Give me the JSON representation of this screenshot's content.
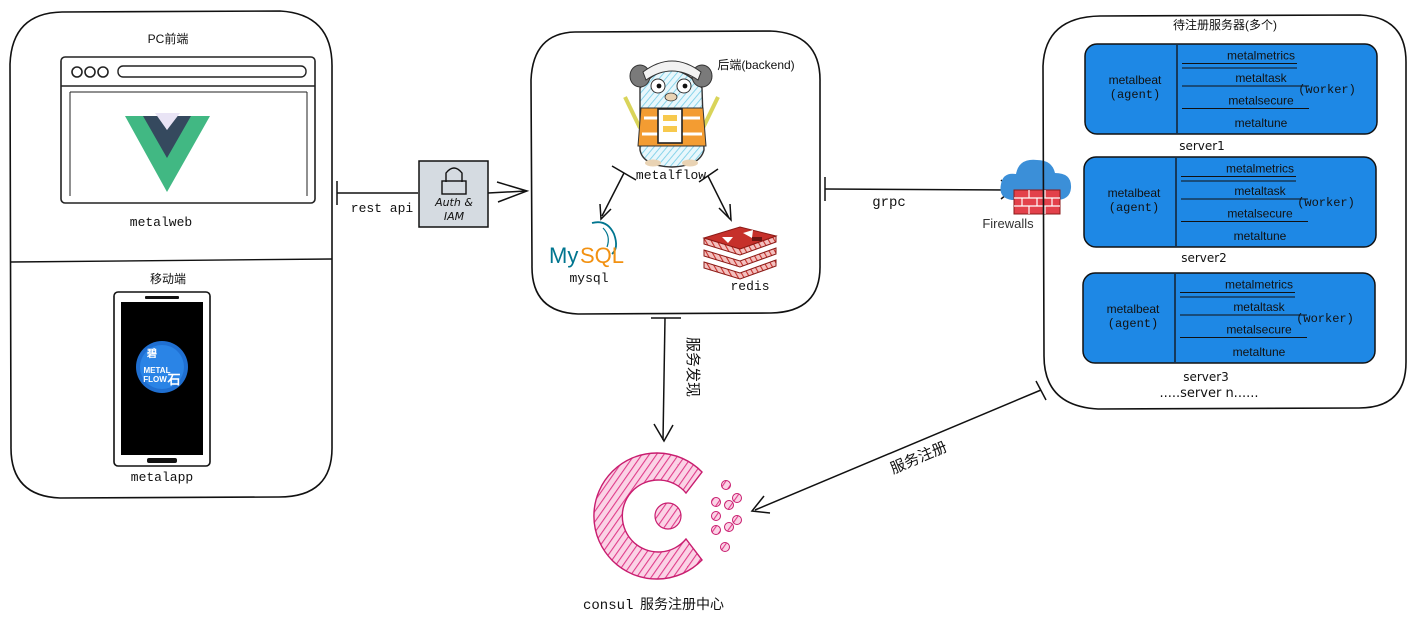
{
  "frontend": {
    "pc_title": "PC前端",
    "pc_app": "metalweb",
    "mobile_title": "移动端",
    "mobile_logo_top": "碧",
    "mobile_logo_line1": "METAL",
    "mobile_logo_line2": "FLOW",
    "mobile_logo_corner": "石",
    "mobile_app": "metalapp"
  },
  "gateway": {
    "link_label": "rest api",
    "auth_line1": "Auth &",
    "auth_line2": "IAM"
  },
  "backend": {
    "title": "后端(backend)",
    "service": "metalflow",
    "mysql_my": "My",
    "mysql_sql": "SQL",
    "mysql_label": "mysql",
    "redis_label": "redis"
  },
  "grpc": {
    "label": "grpc",
    "firewall_label": "Firewalls"
  },
  "servers": {
    "title": "待注册服务器(多个)",
    "agent_line1": "metalbeat",
    "agent_line2": "(agent)",
    "worker_label": "(worker)",
    "workers": [
      "metalmetrics",
      "metaltask",
      "metalsecure",
      "metaltune"
    ],
    "names": [
      "server1",
      "server2",
      "server3"
    ],
    "more": ".....server n......"
  },
  "consul": {
    "discovery_label": "服务发现",
    "register_label": "服务注册",
    "title_prefix": "consul",
    "title_suffix": "服务注册中心"
  },
  "colors": {
    "server_fill": "#1e88e5",
    "consul_pink": "#e03c8a",
    "vue_green": "#41b883",
    "vue_dark": "#35495e",
    "mysql_blue": "#00758f",
    "mysql_orange": "#f29111",
    "redis_red": "#c6302b",
    "firewall_red": "#e3414b",
    "cloud_blue": "#3b8fd8",
    "gopher_blue": "#8dd7ea",
    "vest_orange": "#f39c32"
  }
}
